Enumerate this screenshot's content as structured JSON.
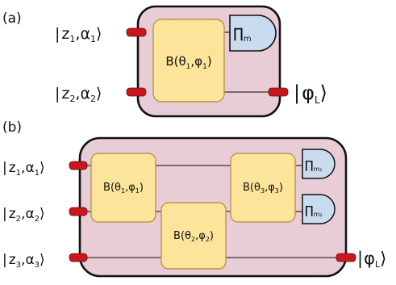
{
  "panel_a": {
    "label": "(a)",
    "inputs": [
      {
        "z": "z",
        "zi": "1",
        "a": "α",
        "ai": "1"
      },
      {
        "z": "z",
        "zi": "2",
        "a": "α",
        "ai": "2"
      }
    ],
    "gate": {
      "name": "B",
      "theta": "θ",
      "ti": "1",
      "phi": "φ",
      "pi": "1"
    },
    "detector": {
      "sym": "∏",
      "sub": "m"
    },
    "output": {
      "sym": "φ",
      "sub": "L"
    }
  },
  "panel_b": {
    "label": "(b)",
    "inputs": [
      {
        "z": "z",
        "zi": "1",
        "a": "α",
        "ai": "1"
      },
      {
        "z": "z",
        "zi": "2",
        "a": "α",
        "ai": "2"
      },
      {
        "z": "z",
        "zi": "3",
        "a": "α",
        "ai": "3"
      }
    ],
    "gates": [
      {
        "name": "B",
        "theta": "θ",
        "ti": "1",
        "phi": "φ",
        "pi": "1"
      },
      {
        "name": "B",
        "theta": "θ",
        "ti": "2",
        "phi": "φ",
        "pi": "2"
      },
      {
        "name": "B",
        "theta": "θ",
        "ti": "3",
        "phi": "φ",
        "pi": "3"
      }
    ],
    "detectors": [
      {
        "sym": "∏",
        "sub": "m₁"
      },
      {
        "sym": "∏",
        "sub": "m₂"
      }
    ],
    "output": {
      "sym": "φ",
      "sub": "L"
    }
  },
  "colors": {
    "box_fill": "#e8cdd7",
    "gate_fill": "#fde49b",
    "gate_stroke": "#b8964e",
    "detector_fill": "#c9dcef",
    "port": "#c8171f"
  }
}
